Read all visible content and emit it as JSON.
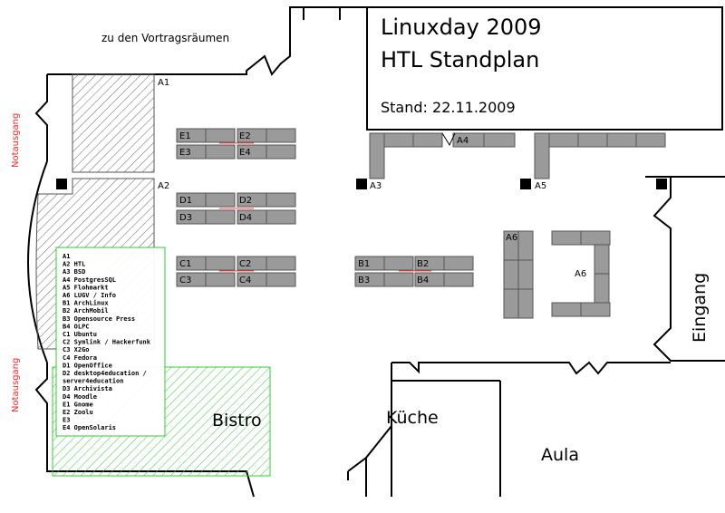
{
  "title": {
    "line1": "Linuxday 2009",
    "line2": "HTL Standplan",
    "stand": "Stand: 22.11.2009"
  },
  "labels": {
    "vortrag": "zu den Vortragsräumen",
    "notausgang_top": "Notausgang",
    "notausgang_bottom": "Notausgang",
    "bistro": "Bistro",
    "kueche": "Küche",
    "aula": "Aula",
    "eingang": "Eingang"
  },
  "areas": {
    "a1": "A1",
    "a2": "A2",
    "a3": "A3",
    "a4": "A4",
    "a5": "A5",
    "a6_small": "A6",
    "a6_big": "A6"
  },
  "booths": {
    "e1": "E1",
    "e2": "E2",
    "e3": "E3",
    "e4": "E4",
    "d1": "D1",
    "d2": "D2",
    "d3": "D3",
    "d4": "D4",
    "c1": "C1",
    "c2": "C2",
    "c3": "C3",
    "c4": "C4",
    "b1": "B1",
    "b2": "B2",
    "b3": "B3",
    "b4": "B4"
  },
  "legend": [
    "A1",
    "A2 HTL",
    "A3 BSD",
    "A4 PostgresSQL",
    "A5 Flohmarkt",
    "A6 LUGV / Info",
    "B1 ArchLinux",
    "B2 ArchMobil",
    "B3 Opensource Press",
    "B4 OLPC",
    "C1 Ubuntu",
    "C2 Symlink / Hackerfunk",
    "C3 X2Go",
    "C4 Fedora",
    "D1 OpenOffice",
    "D2 desktop4education /",
    "   server4education",
    "D3 Archivista",
    "D4 Moodle",
    "E1 Gnome",
    "E2 Zoolu",
    "E3",
    "E4 OpenSolaris"
  ],
  "colors": {
    "table_fill": "#9a9a9a",
    "hatch_gray": "#666666",
    "hatch_green": "#33cc33",
    "exit_red": "#ff2222",
    "tie_red": "#ff4444"
  }
}
